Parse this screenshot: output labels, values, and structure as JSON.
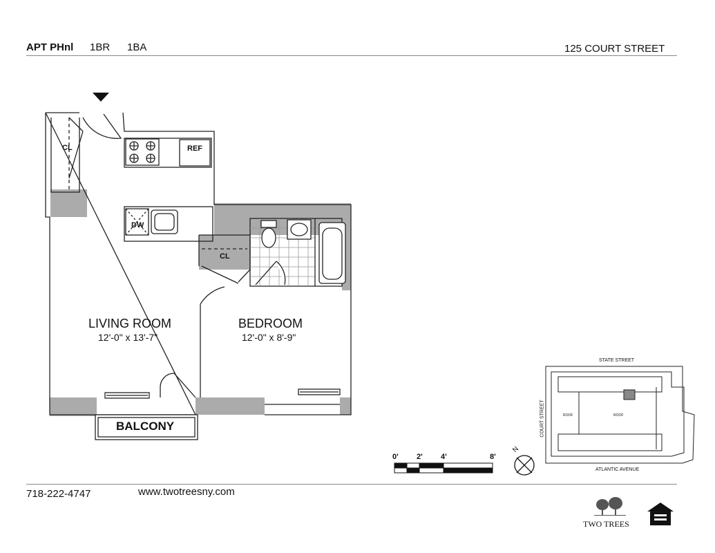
{
  "header": {
    "apt": "APT PHnl",
    "beds": "1BR",
    "baths": "1BA",
    "address": "125 COURT STREET"
  },
  "rooms": {
    "living": {
      "name": "LIVING ROOM",
      "dims": "12'-0\" x 13'-7\""
    },
    "bedroom": {
      "name": "BEDROOM",
      "dims": "12'-0\" x 8'-9\""
    },
    "balcony": "BALCONY",
    "closet": "CL",
    "ref": "REF",
    "dw": "DW"
  },
  "scale": {
    "ticks": [
      "0'",
      "2'",
      "4'",
      "8'"
    ]
  },
  "compass": "N",
  "site_plan": {
    "north_street": "STATE STREET",
    "south_street": "ATLANTIC AVENUE",
    "west_street": "COURT STREET",
    "roof": "ROOF"
  },
  "footer": {
    "phone": "718-222-4747",
    "website": "www.twotreesny.com",
    "brand": "TWO TREES"
  },
  "colors": {
    "wall": "#ababab",
    "line": "#222222"
  }
}
